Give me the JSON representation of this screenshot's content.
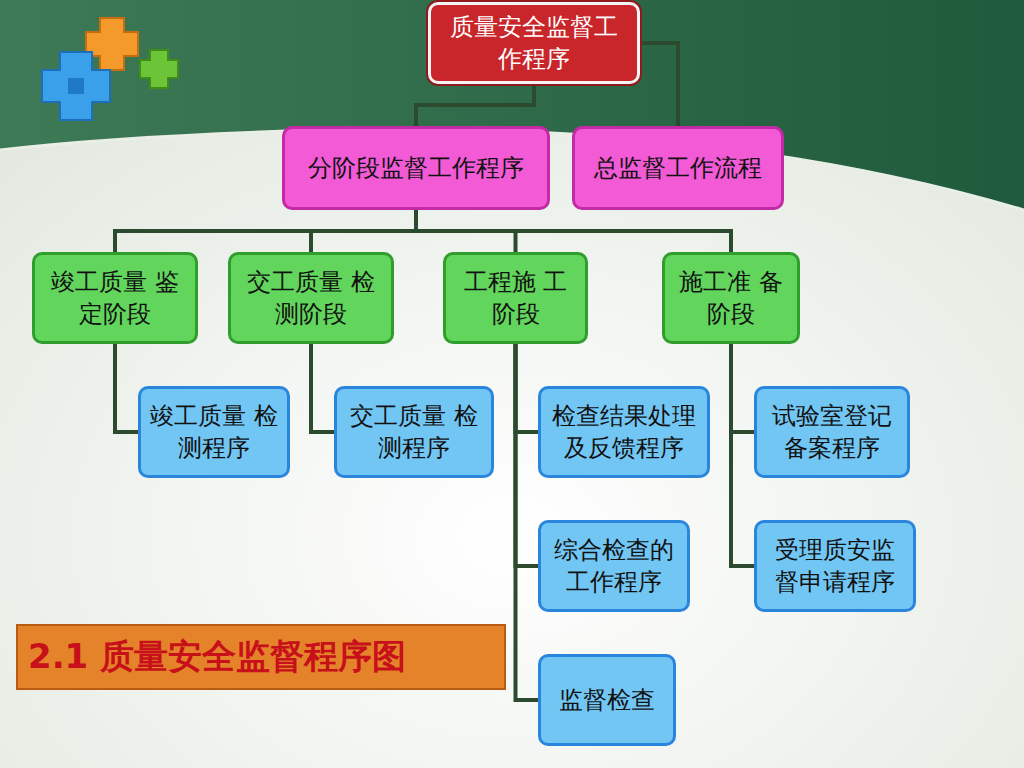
{
  "diagram": {
    "title": "2.1 质量安全监督程序图",
    "nodes": [
      {
        "text": [
          "质量安全监督工 作程序"
        ]
      },
      {
        "text": [
          "分阶段监督工作程序"
        ]
      },
      {
        "text": [
          "总监督工作流程"
        ]
      },
      {
        "text": [
          "竣工质量 鉴定阶段"
        ]
      },
      {
        "text": [
          "交工质量 检测阶段"
        ]
      },
      {
        "text": [
          "工程施 工阶段"
        ]
      },
      {
        "text": [
          "施工准 备阶段"
        ]
      },
      {
        "text": [
          "竣工质量 检测程序"
        ]
      },
      {
        "text": [
          "交工质量 检测程序"
        ]
      },
      {
        "text": [
          "检查结果处理 及反馈程序"
        ]
      },
      {
        "text": [
          "综合检查的 工作程序"
        ]
      },
      {
        "text": [
          "监督检查"
        ]
      },
      {
        "text": [
          "试验室登记 备案程序"
        ]
      },
      {
        "text": [
          "受理质安监 督申请程序"
        ]
      }
    ],
    "edges": [
      {
        "from": 0,
        "to": 1,
        "arrow": "none"
      },
      {
        "from": 0,
        "to": 2,
        "arrow": "none"
      },
      {
        "from": 1,
        "to": 3,
        "arrow": "none"
      },
      {
        "from": 1,
        "to": 4,
        "arrow": "none"
      },
      {
        "from": 1,
        "to": 5,
        "arrow": "none"
      },
      {
        "from": 1,
        "to": 6,
        "arrow": "none"
      },
      {
        "from": 3,
        "to": 7,
        "arrow": "none"
      },
      {
        "from": 4,
        "to": 8,
        "arrow": "none"
      },
      {
        "from": 5,
        "to": 9,
        "arrow": "none"
      },
      {
        "from": 5,
        "to": 10,
        "arrow": "none"
      },
      {
        "from": 5,
        "to": 11,
        "arrow": "none"
      },
      {
        "from": 6,
        "to": 12,
        "arrow": "none"
      },
      {
        "from": 6,
        "to": 13,
        "arrow": "none"
      }
    ]
  }
}
